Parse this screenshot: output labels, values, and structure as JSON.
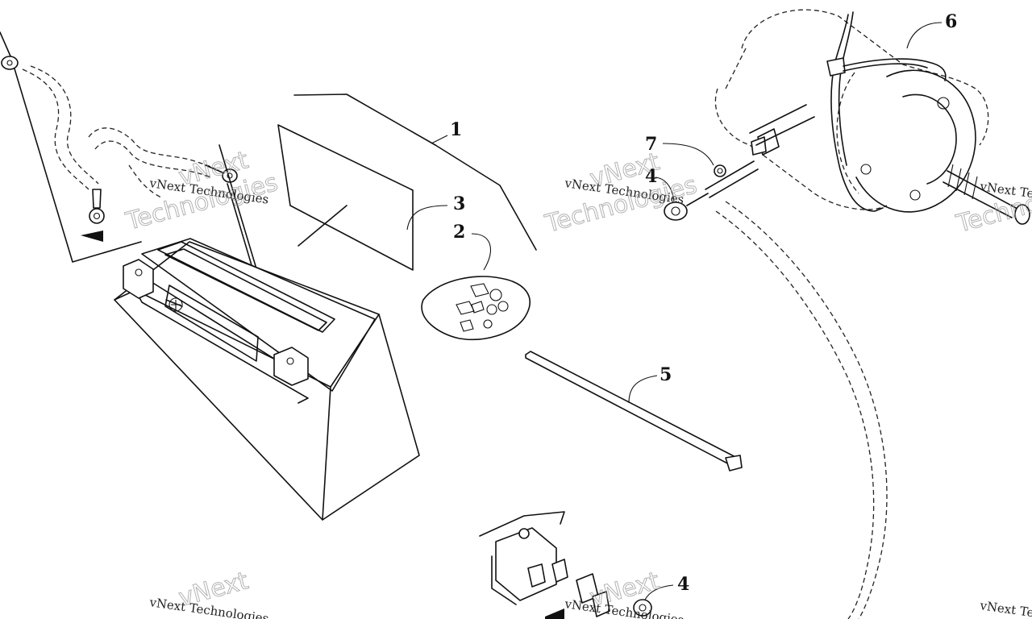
{
  "callouts": {
    "c1": "1",
    "c2": "2",
    "c3": "3",
    "c4a": "4",
    "c4b": "4",
    "c5": "5",
    "c6": "6",
    "c7": "7"
  },
  "watermark": {
    "small": "vNext Technologies",
    "big_top": "vNext",
    "big_bottom": "Technologies"
  },
  "colors": {
    "line": "#111111",
    "watermark": "#9a9a9a"
  }
}
